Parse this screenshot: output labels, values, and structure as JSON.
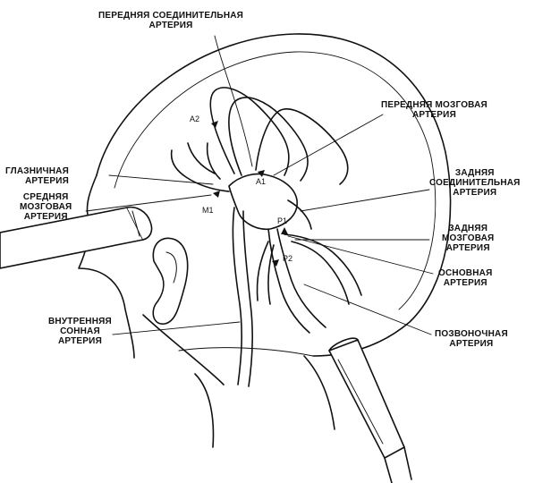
{
  "labels": {
    "anterior_communicating": [
      "ПЕРЕДНЯЯ СОЕДИНИТЕЛЬНАЯ",
      "АРТЕРИЯ"
    ],
    "anterior_cerebral": [
      "ПЕРЕДНЯЯ МОЗГОВАЯ",
      "АРТЕРИЯ"
    ],
    "ophthalmic": [
      "ГЛАЗНИЧНАЯ",
      "АРТЕРИЯ"
    ],
    "middle_cerebral": [
      "СРЕДНЯЯ",
      "МОЗГОВАЯ",
      "АРТЕРИЯ"
    ],
    "posterior_communicating": [
      "ЗАДНЯЯ",
      "СОЕДИНИТЕЛЬНАЯ",
      "АРТЕРИЯ"
    ],
    "posterior_cerebral": [
      "ЗАДНЯЯ",
      "МОЗГОВАЯ",
      "АРТЕРИЯ"
    ],
    "basilar": [
      "ОСНОВНАЯ",
      "АРТЕРИЯ"
    ],
    "vertebral": [
      "ПОЗВОНОЧНАЯ",
      "АРТЕРИЯ"
    ],
    "internal_carotid": [
      "ВНУТРЕННЯЯ",
      "СОННАЯ",
      "АРТЕРИЯ"
    ]
  },
  "segment_tags": {
    "a2": "A2",
    "a1": "A1",
    "m1": "M1",
    "p1": "P1",
    "p2": "P2"
  },
  "colors": {
    "ink": "#111111",
    "background": "#ffffff"
  }
}
